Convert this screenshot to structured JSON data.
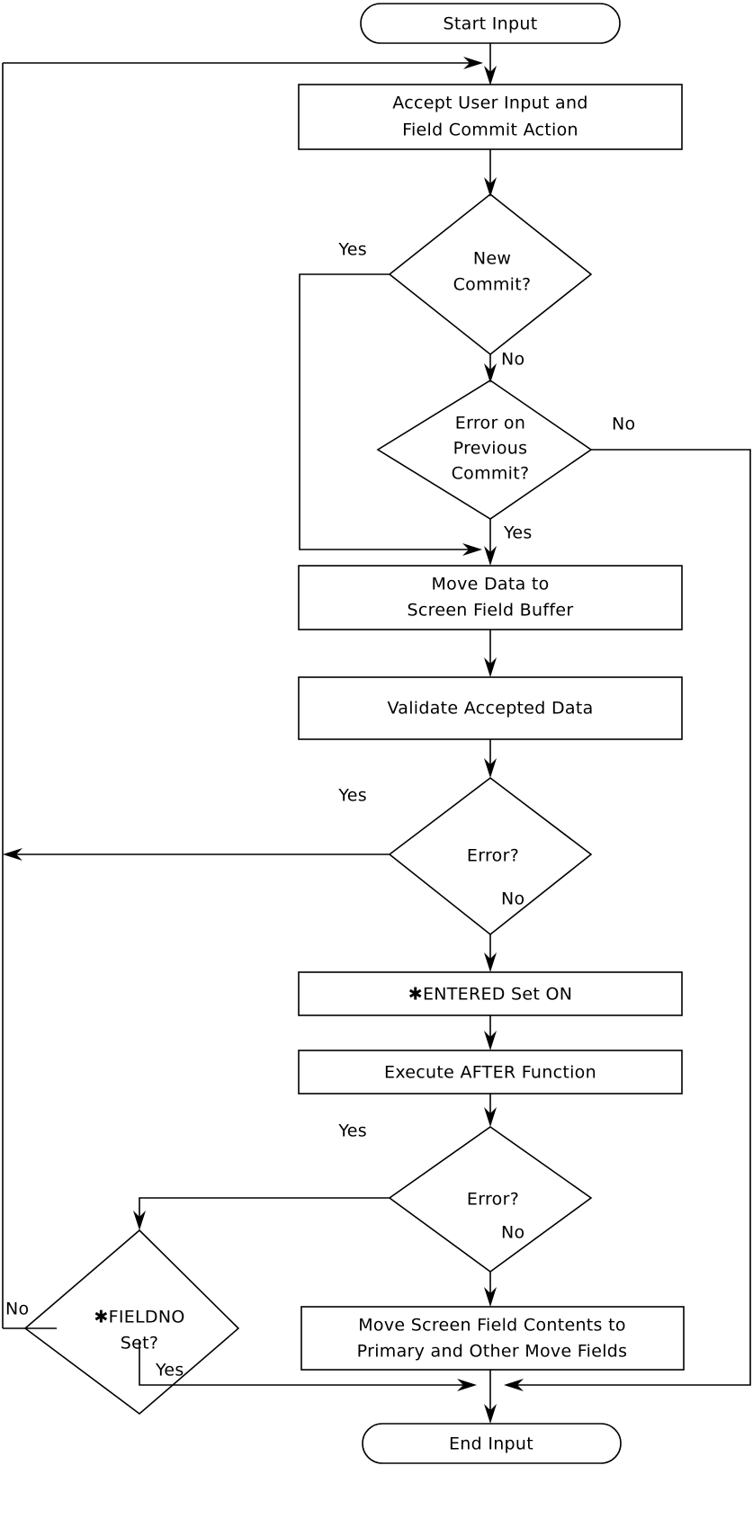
{
  "diagram": {
    "type": "flowchart",
    "title": "Start Input",
    "orientation": "top-to-bottom",
    "stroke_color": "#000000",
    "background_color": "#ffffff",
    "nodes": [
      {
        "id": "start",
        "shape": "terminator",
        "lines": [
          "Start Input"
        ]
      },
      {
        "id": "accept",
        "shape": "process",
        "lines": [
          "Accept User Input and",
          "Field Commit Action"
        ]
      },
      {
        "id": "newcommit",
        "shape": "decision",
        "lines": [
          "New",
          "Commit?"
        ]
      },
      {
        "id": "errprev",
        "shape": "decision",
        "lines": [
          "Error on",
          "Previous",
          "Commit?"
        ]
      },
      {
        "id": "movedata",
        "shape": "process",
        "lines": [
          "Move Data to",
          "Screen Field Buffer"
        ]
      },
      {
        "id": "validate",
        "shape": "process",
        "lines": [
          "Validate Accepted Data"
        ]
      },
      {
        "id": "error1",
        "shape": "decision",
        "lines": [
          "Error?"
        ]
      },
      {
        "id": "entered",
        "shape": "process",
        "lines": [
          "✱ENTERED Set ON"
        ]
      },
      {
        "id": "after",
        "shape": "process",
        "lines": [
          "Execute AFTER Function"
        ]
      },
      {
        "id": "error2",
        "shape": "decision",
        "lines": [
          "Error?"
        ]
      },
      {
        "id": "fieldno",
        "shape": "decision",
        "lines": [
          "✱FIELDNO",
          "Set?"
        ]
      },
      {
        "id": "movescreen",
        "shape": "process",
        "lines": [
          "Move Screen Field Contents to",
          "Primary and Other Move Fields"
        ]
      },
      {
        "id": "end",
        "shape": "terminator",
        "lines": [
          "End Input"
        ]
      }
    ],
    "edge_labels": [
      {
        "id": "newcommit-yes",
        "text": "Yes",
        "from": "newcommit",
        "to": "movedata-join"
      },
      {
        "id": "newcommit-no",
        "text": "No",
        "from": "newcommit",
        "to": "errprev"
      },
      {
        "id": "errprev-no",
        "text": "No",
        "from": "errprev",
        "to": "end-join"
      },
      {
        "id": "errprev-yes",
        "text": "Yes",
        "from": "errprev",
        "to": "movedata"
      },
      {
        "id": "error1-yes",
        "text": "Yes",
        "from": "error1",
        "to": "accept-loop"
      },
      {
        "id": "error1-no",
        "text": "No",
        "from": "error1",
        "to": "entered"
      },
      {
        "id": "error2-yes",
        "text": "Yes",
        "from": "error2",
        "to": "fieldno"
      },
      {
        "id": "error2-no",
        "text": "No",
        "from": "error2",
        "to": "movescreen"
      },
      {
        "id": "fieldno-no",
        "text": "No",
        "from": "fieldno",
        "to": "accept-loop"
      },
      {
        "id": "fieldno-yes",
        "text": "Yes",
        "from": "fieldno",
        "to": "end-join"
      }
    ]
  }
}
